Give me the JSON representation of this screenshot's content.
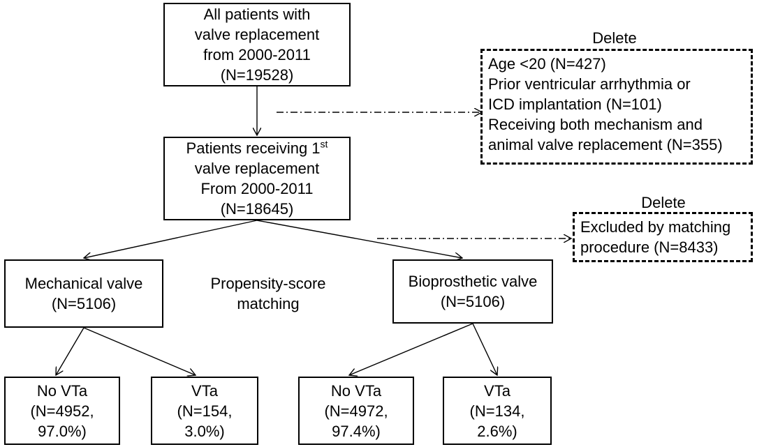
{
  "boxes": {
    "all_patients": [
      "All patients with",
      "valve replacement",
      "from 2000-2011",
      "(N=19528)"
    ],
    "first_replacement": {
      "line1_text": "Patients receiving 1",
      "line1_sup": "st",
      "lines": [
        "valve replacement",
        "From 2000-2011",
        "(N=18645)"
      ]
    },
    "delete_1": {
      "heading": "Delete",
      "lines": [
        "Age <20 (N=427)",
        "Prior ventricular arrhythmia or",
        "ICD implantation (N=101)",
        "Receiving both mechanism and",
        "animal valve replacement (N=355)"
      ]
    },
    "delete_2": {
      "heading": "Delete",
      "lines": [
        "Excluded by matching",
        "procedure (N=8433)"
      ]
    },
    "mechanical": [
      "Mechanical valve",
      "(N=5106)"
    ],
    "bioprosthetic": [
      "Bioprosthetic valve",
      "(N=5106)"
    ],
    "matching_label": [
      "Propensity-score",
      "matching"
    ],
    "mech_no_vta": [
      "No VTa",
      "(N=4952,",
      "97.0%)"
    ],
    "mech_vta": [
      "VTa",
      "(N=154,",
      "3.0%)"
    ],
    "bio_no_vta": [
      "No VTa",
      "(N=4972,",
      "97.4%)"
    ],
    "bio_vta": [
      "VTa",
      "(N=134,",
      "2.6%)"
    ]
  }
}
